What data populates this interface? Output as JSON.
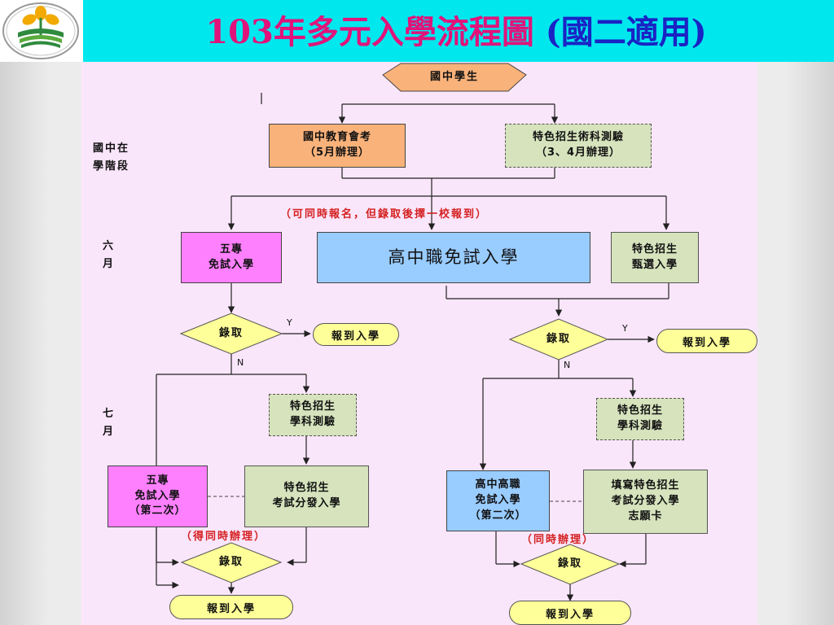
{
  "title": {
    "main": "103年多元入學流程圖",
    "sub": "(國二適用)"
  },
  "side_labels": {
    "junior": [
      "國中在",
      "學階段"
    ],
    "june": [
      "六",
      "月"
    ],
    "july": [
      "七",
      "月"
    ]
  },
  "nodes": {
    "students": "國中學生",
    "cap_exam": [
      "國中教育會考",
      "（5月辦理）"
    ],
    "arts_test": [
      "特色招生術科測驗",
      "（3、4月辦理）"
    ],
    "five_year_free": [
      "五專",
      "免試入學"
    ],
    "senior_free": "高中職免試入學",
    "special_select": [
      "特色招生",
      "甄選入學"
    ],
    "special_test_left": [
      "特色招生",
      "學科測驗"
    ],
    "special_test_right": [
      "特色招生",
      "學科測驗"
    ],
    "five_year_second": [
      "五專",
      "免試入學",
      "（第二次）"
    ],
    "special_exam_left": [
      "特色招生",
      "考試分發入學"
    ],
    "senior_second": [
      "高中高職",
      "免試入學",
      "（第二次）"
    ],
    "special_exam_right": [
      "填寫特色招生",
      "考試分發入學",
      "志願卡"
    ]
  },
  "notes": {
    "simultaneous_apply": "（可同時報名，但錄取後擇一校報到）",
    "left_same_time": "（得同時辦理）",
    "right_same_time": "（同時辦理）"
  },
  "decision_label": "錄取",
  "enroll_label": "報到入學",
  "yes_label": "Y",
  "no_label": "N"
}
